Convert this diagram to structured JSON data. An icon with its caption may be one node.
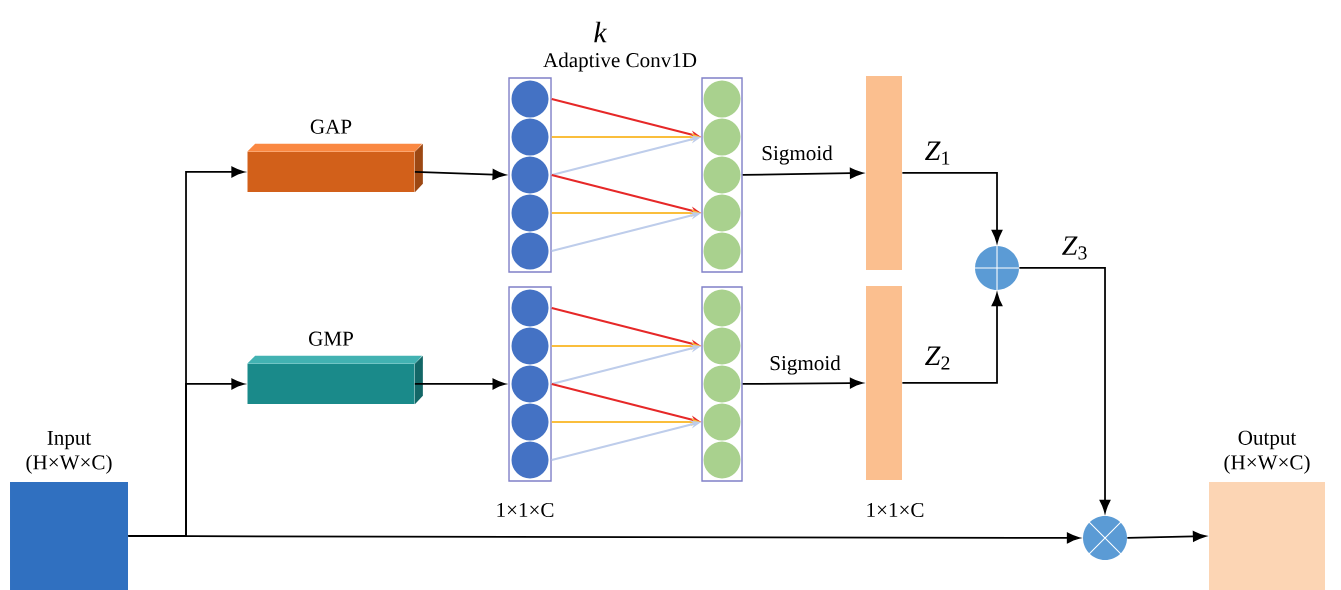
{
  "diagram": {
    "nodes": [
      {
        "text": [
          "Input (H×W×C)"
        ]
      },
      {
        "text": [
          "GAP"
        ]
      },
      {
        "text": [
          "GMP"
        ]
      },
      {
        "text": [],
        "shape": "box"
      },
      {
        "text": [],
        "shape": "box"
      },
      {
        "text": [],
        "shape": "box"
      },
      {
        "text": [],
        "shape": "box"
      },
      {
        "text": [],
        "shape": "bar"
      },
      {
        "text": [],
        "shape": "bar"
      },
      {
        "text": [],
        "shape": "circle"
      },
      {
        "text": [],
        "shape": "circle"
      },
      {
        "text": [
          "Output (H×W×C)"
        ]
      }
    ],
    "edges": [
      {
        "from": 0,
        "to": 1,
        "arrow": "to"
      },
      {
        "from": 0,
        "to": 2,
        "arrow": "to"
      },
      {
        "from": 0,
        "to": 10,
        "arrow": "to"
      },
      {
        "from": 1,
        "to": 3,
        "arrow": "to"
      },
      {
        "from": 2,
        "to": 5,
        "arrow": "to"
      },
      {
        "from": 4,
        "to": 7,
        "arrow": "to",
        "label": "Sigmoid"
      },
      {
        "from": 6,
        "to": 8,
        "arrow": "to",
        "label": "Sigmoid"
      },
      {
        "from": 7,
        "to": 9,
        "arrow": "to",
        "label": "*Z*$_{1}$"
      },
      {
        "from": 8,
        "to": 9,
        "arrow": "to",
        "label": "*Z*$_{2}$"
      },
      {
        "from": 9,
        "to": 10,
        "arrow": "to",
        "label": "*Z*$_{3}$"
      },
      {
        "from": 10,
        "to": 11,
        "arrow": "to"
      },
      {
        "from": 3,
        "to": 4,
        "arrow": "to",
        "color": "#e62828"
      },
      {
        "from": 3,
        "to": 4,
        "arrow": "to",
        "color": "#fabe3c"
      },
      {
        "from": 3,
        "to": 4,
        "arrow": "to",
        "color": "#becdeb"
      },
      {
        "from": 3,
        "to": 4,
        "arrow": "to",
        "color": "#e62828"
      },
      {
        "from": 3,
        "to": 4,
        "arrow": "to",
        "color": "#fabe3c"
      },
      {
        "from": 3,
        "to": 4,
        "arrow": "to",
        "color": "#becdeb"
      },
      {
        "from": 5,
        "to": 6,
        "arrow": "to",
        "color": "#e62828"
      },
      {
        "from": 5,
        "to": 6,
        "arrow": "to",
        "color": "#fabe3c"
      },
      {
        "from": 5,
        "to": 6,
        "arrow": "to",
        "color": "#becdeb"
      },
      {
        "from": 5,
        "to": 6,
        "arrow": "to",
        "color": "#e62828"
      },
      {
        "from": 5,
        "to": 6,
        "arrow": "to",
        "color": "#fabe3c"
      },
      {
        "from": 5,
        "to": 6,
        "arrow": "to",
        "color": "#becdeb"
      }
    ],
    "labels": [
      "k",
      "Adaptive Conv1D",
      "1×1×C",
      "1×1×C"
    ]
  }
}
